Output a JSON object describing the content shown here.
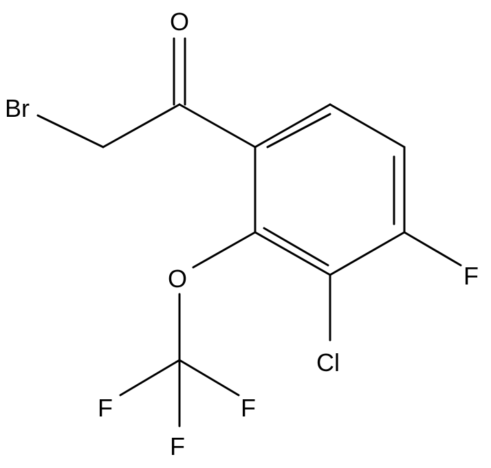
{
  "structure": {
    "atoms": {
      "br": "Br",
      "o_carbonyl": "O",
      "o_ether": "O",
      "cl": "Cl",
      "f_ring": "F",
      "f1": "F",
      "f2": "F",
      "f3": "F"
    }
  }
}
